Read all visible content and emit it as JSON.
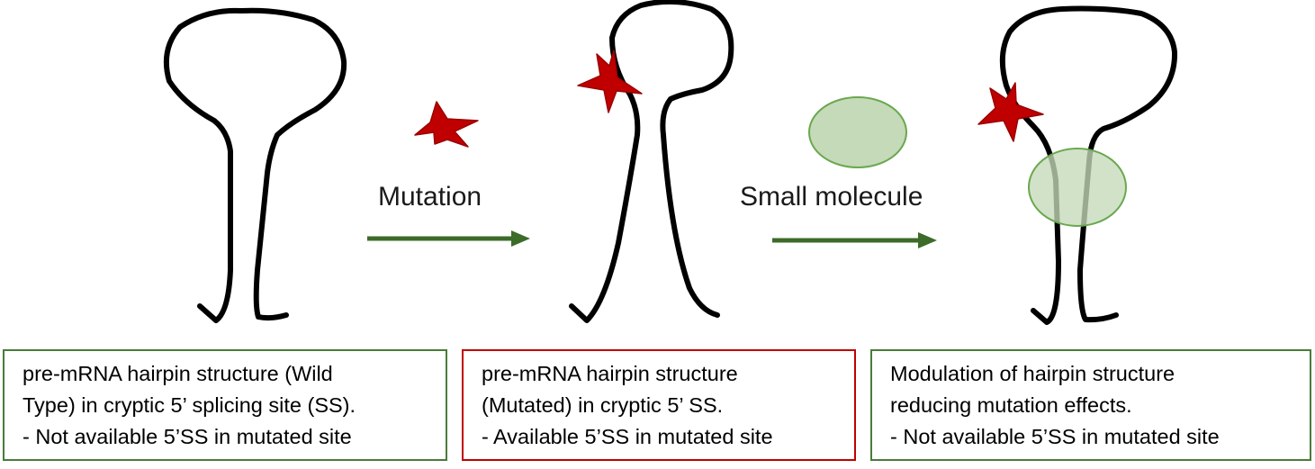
{
  "arrows": [
    {
      "label": "Mutation"
    },
    {
      "label": "Small molecule"
    }
  ],
  "captions": [
    {
      "lines": [
        "pre-mRNA hairpin structure (Wild",
        "Type) in cryptic 5’ splicing site (SS).",
        "- Not available 5’SS in mutated site"
      ]
    },
    {
      "lines": [
        "pre-mRNA hairpin structure",
        "(Mutated) in cryptic 5’ SS.",
        "- Available 5’SS in mutated site"
      ]
    },
    {
      "lines": [
        "Modulation of hairpin structure",
        "reducing mutation effects.",
        "- Not available 5’SS in mutated site"
      ]
    }
  ],
  "colors": {
    "hairpin_stroke": "#000000",
    "star_fill": "#c00000",
    "star_stroke": "#9a0000",
    "arrow": "#3d6b2a",
    "molecule_fill": "#c5dab8",
    "molecule_stroke": "#6aa84f",
    "box_green": "#4a7a3a",
    "box_red": "#c00000"
  },
  "icons": {
    "mutation": "red-star-icon",
    "small_molecule": "green-ellipse-icon"
  }
}
